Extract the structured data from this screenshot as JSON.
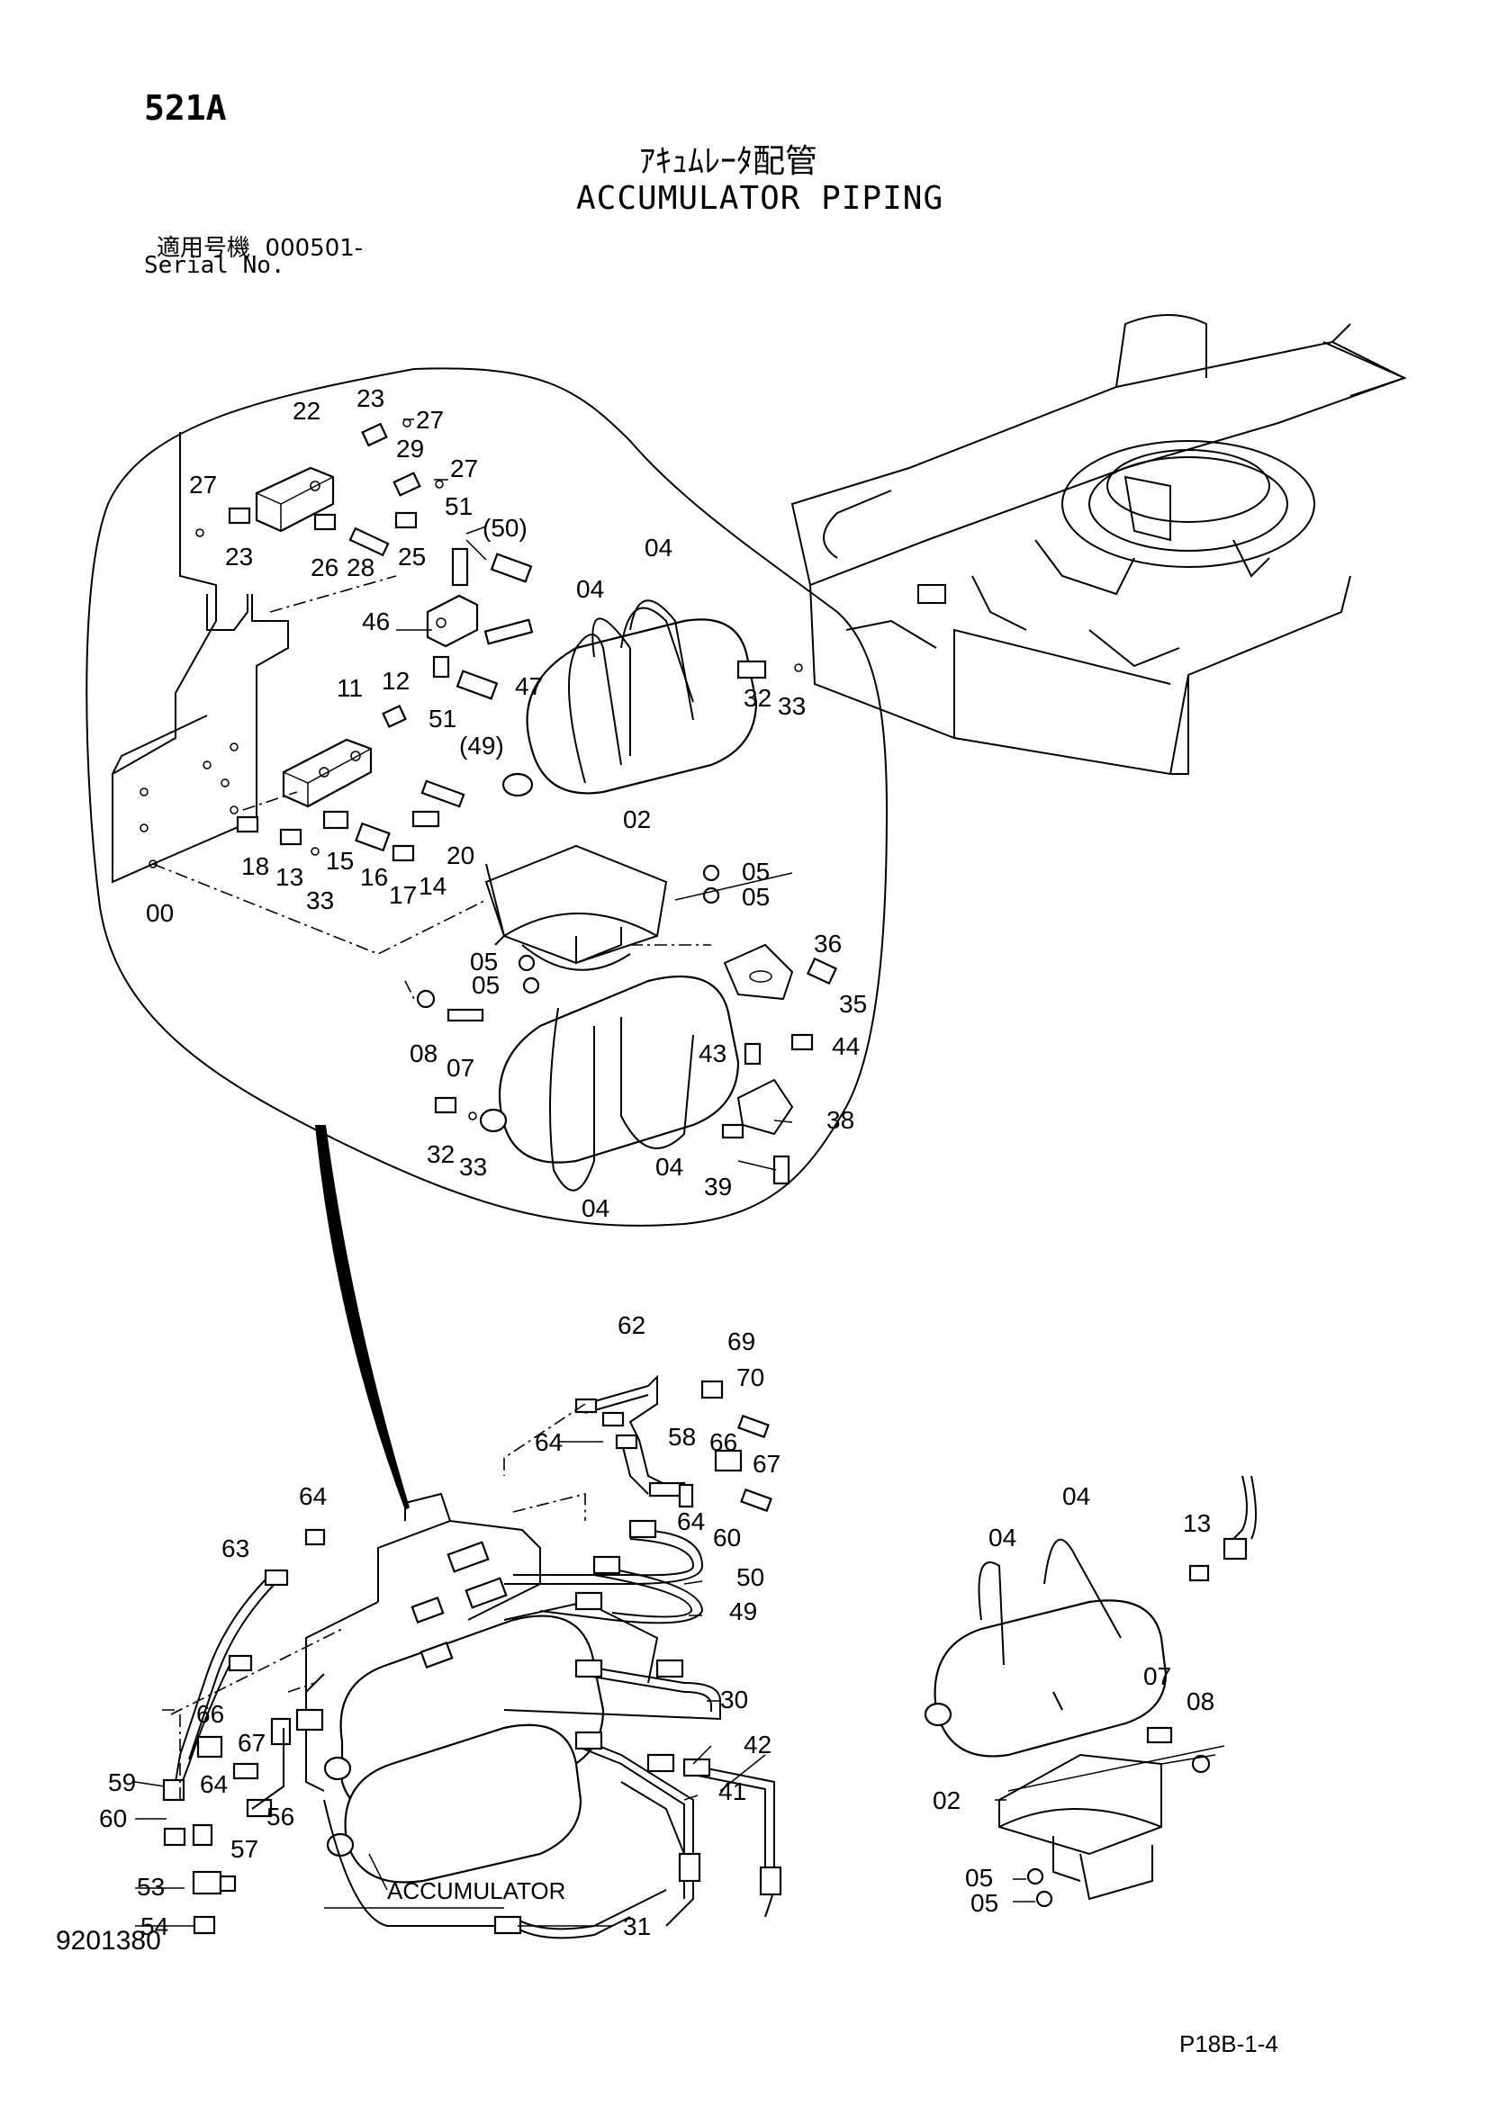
{
  "header": {
    "page_code": "521A",
    "title_jp": "ｱｷｭﾑﾚｰﾀ配管",
    "title_en": "ACCUMULATOR PIPING",
    "serial_label_jp": "適用号機",
    "serial_value": "000501-",
    "serial_label_en": "Serial No."
  },
  "footer": {
    "drawing_number": "9201380",
    "page_ref": "P18B-1-4"
  },
  "callouts": {
    "c22": "22",
    "c23a": "23",
    "c27a": "27",
    "c29": "29",
    "c27b": "27",
    "c27c": "27",
    "c23b": "23",
    "c26": "26",
    "c28": "28",
    "c25": "25",
    "c51a": "51",
    "c50p": "(50)",
    "c04a": "04",
    "c04b": "04",
    "c46": "46",
    "c47": "47",
    "c51b": "51",
    "c49p": "(49)",
    "c32a": "32",
    "c33a": "33",
    "c11": "11",
    "c12": "12",
    "c20": "20",
    "c18": "18",
    "c13a": "13",
    "c15": "15",
    "c16": "16",
    "c17": "17",
    "c14": "14",
    "c33b": "33",
    "c00": "00",
    "c02a": "02",
    "c05a": "05",
    "c05b": "05",
    "c05c": "05",
    "c05d": "05",
    "c36": "36",
    "c35": "35",
    "c08a": "08",
    "c07a": "07",
    "c43": "43",
    "c44": "44",
    "c38": "38",
    "c32b": "32",
    "c33c": "33",
    "c04c": "04",
    "c04d": "04",
    "c39": "39",
    "c62": "62",
    "c69": "69",
    "c70": "70",
    "c64a": "64",
    "c58": "58",
    "c66a": "66",
    "c67a": "67",
    "c64b": "64",
    "c60a": "60",
    "c64c": "64",
    "c63": "63",
    "c50": "50",
    "c49": "49",
    "c30": "30",
    "c42": "42",
    "c41": "41",
    "c66b": "66",
    "c67b": "67",
    "c59": "59",
    "c64d": "64",
    "c56": "56",
    "c60b": "60",
    "c57": "57",
    "c53": "53",
    "c54": "54",
    "c31": "31",
    "accumulator": "ACCUMULATOR",
    "c04e": "04",
    "c04f": "04",
    "c13b": "13",
    "c07b": "07",
    "c08b": "08",
    "c02b": "02",
    "c05e": "05",
    "c05f": "05"
  }
}
